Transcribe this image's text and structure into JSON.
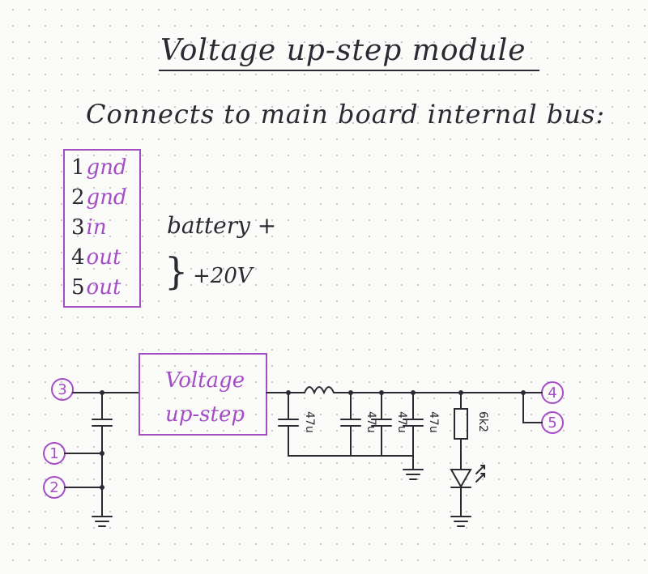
{
  "title": "Voltage up-step module",
  "subtitle": "Connects to main board internal bus:",
  "pinout": [
    {
      "num": "1",
      "name": "gnd"
    },
    {
      "num": "2",
      "name": "gnd"
    },
    {
      "num": "3",
      "name": "in"
    },
    {
      "num": "4",
      "name": "out"
    },
    {
      "num": "5",
      "name": "out"
    }
  ],
  "notes": {
    "input": "battery +",
    "brace": "}",
    "output": "+20V"
  },
  "schematic": {
    "module_label_line1": "Voltage",
    "module_label_line2": "up-step",
    "connectors": [
      "3",
      "1",
      "2",
      "4",
      "5"
    ],
    "cap_values": [
      "47u",
      "47u",
      "47u",
      "47u"
    ],
    "resistor_value": "6k2"
  },
  "colors": {
    "ink": "#2b2a33",
    "accent": "#a44ec6",
    "paper": "#fbfbfa",
    "grid_dot": "#c4c4c4"
  }
}
